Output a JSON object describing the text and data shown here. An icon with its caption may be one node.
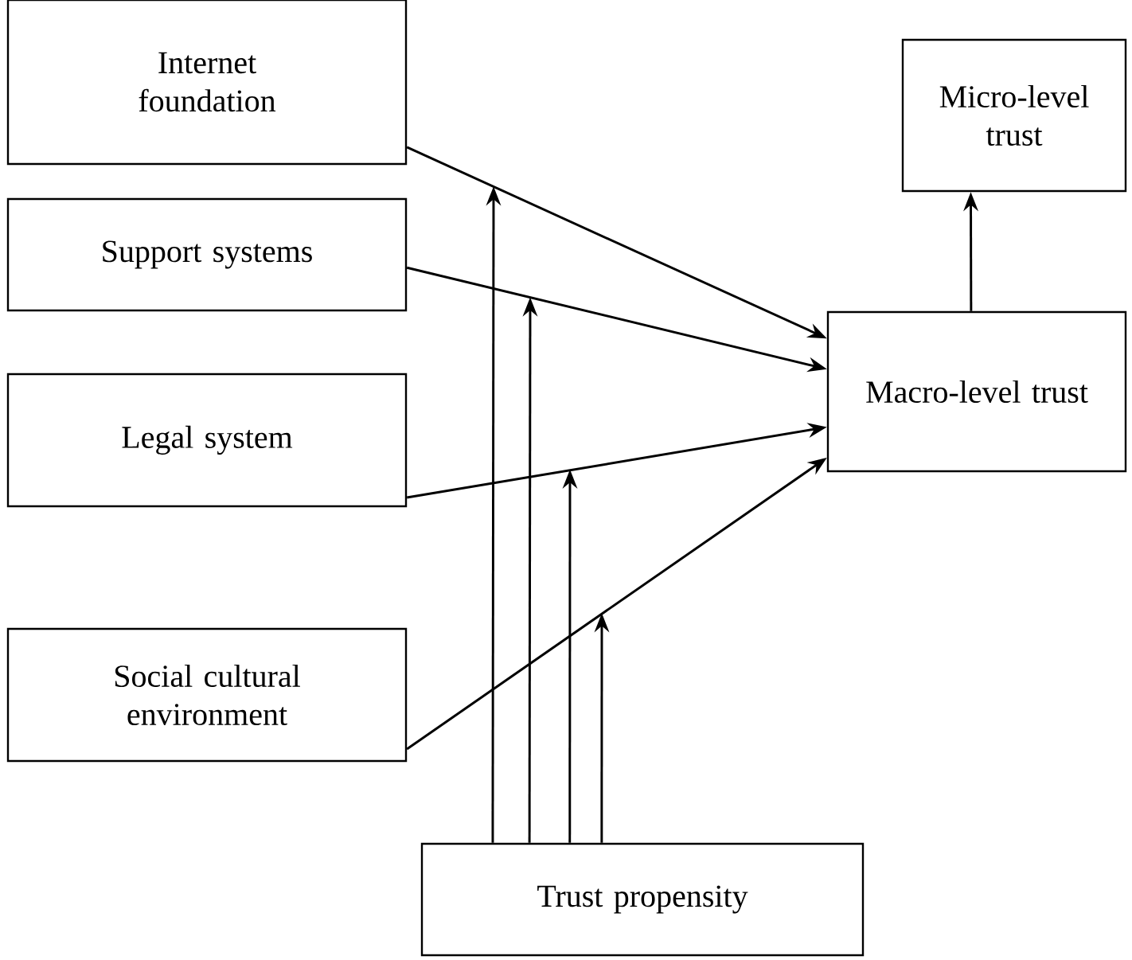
{
  "diagram": {
    "nodes": [
      {
        "text": [
          "Internet foundation"
        ]
      },
      {
        "text": [
          "Support systems"
        ]
      },
      {
        "text": [
          "Legal system"
        ]
      },
      {
        "text": [
          "Social cultural environment"
        ]
      },
      {
        "text": [
          "Micro-level trust"
        ]
      },
      {
        "text": [
          "Macro-level trust"
        ]
      },
      {
        "text": [
          "Trust propensity"
        ]
      }
    ],
    "edges": [
      {
        "from": 0,
        "to": 5,
        "arrow": "to"
      },
      {
        "from": 1,
        "to": 5,
        "arrow": "to"
      },
      {
        "from": 2,
        "to": 5,
        "arrow": "to"
      },
      {
        "from": 3,
        "to": 5,
        "arrow": "to"
      },
      {
        "from": 5,
        "to": 4,
        "arrow": "to"
      },
      {
        "from": 6,
        "to": null,
        "arrow": "to"
      },
      {
        "from": 6,
        "to": null,
        "arrow": "to"
      },
      {
        "from": 6,
        "to": null,
        "arrow": "to"
      },
      {
        "from": 6,
        "to": null,
        "arrow": "to"
      }
    ]
  }
}
